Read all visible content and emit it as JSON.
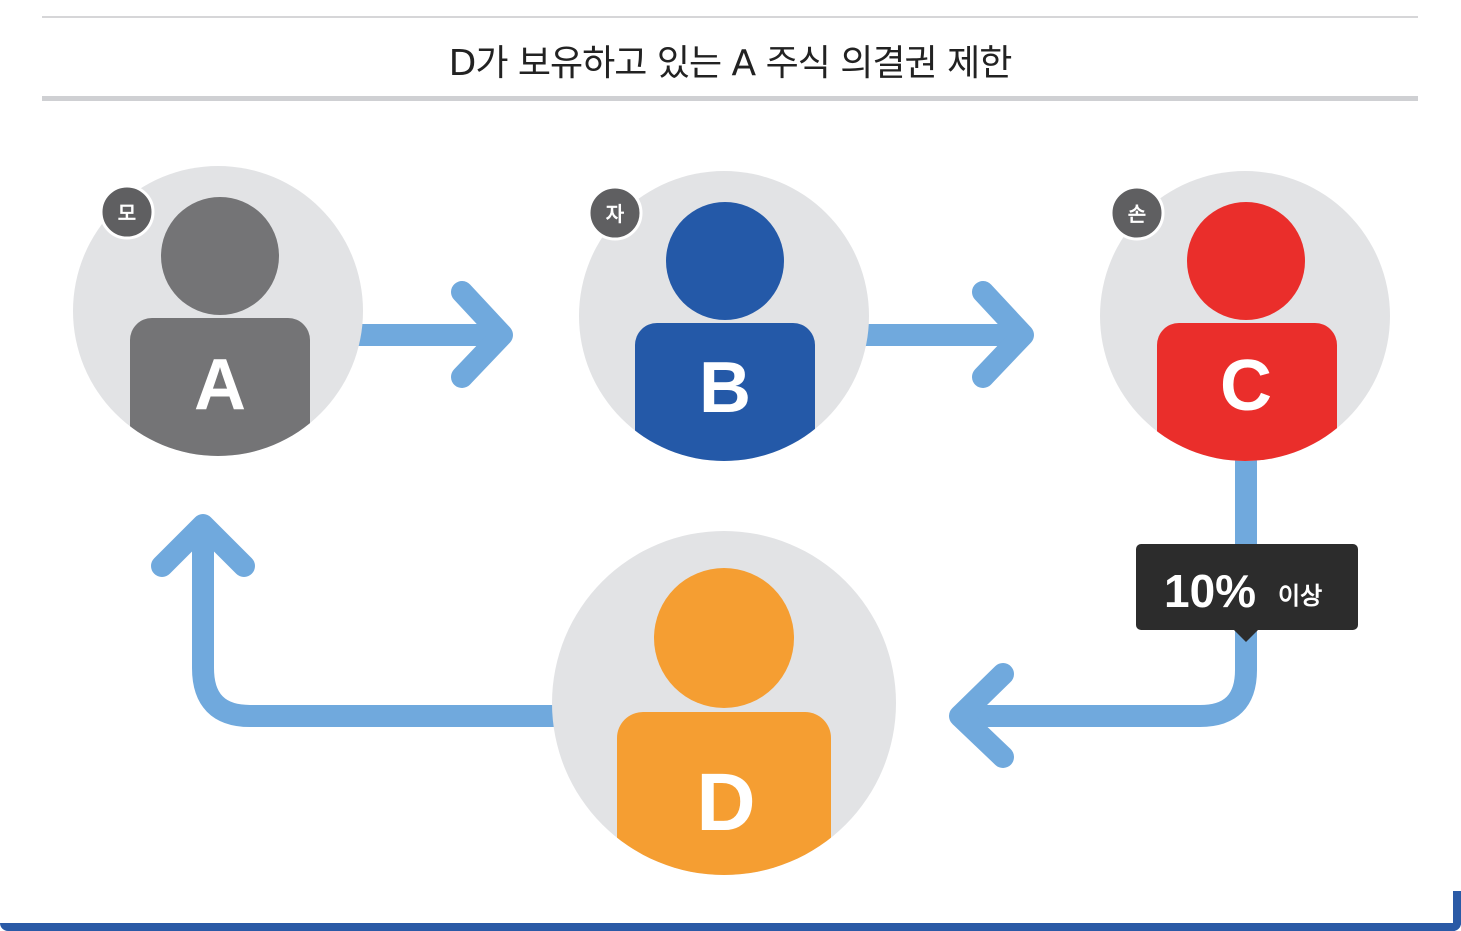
{
  "title": "D가 보유하고 있는 A 주식 의결권 제한",
  "nodes": [
    {
      "id": "A",
      "letter": "A",
      "role_badge": "모",
      "color": "#747476"
    },
    {
      "id": "B",
      "letter": "B",
      "role_badge": "자",
      "color": "#2459a8"
    },
    {
      "id": "C",
      "letter": "C",
      "role_badge": "손",
      "color": "#ea2e2b"
    },
    {
      "id": "D",
      "letter": "D",
      "role_badge": "",
      "color": "#f59e32"
    }
  ],
  "callout": {
    "value": "10%",
    "suffix": "이상"
  },
  "colors": {
    "arrow": "#70a9dd",
    "circle_bg": "#e2e3e5",
    "badge_bg": "#5f5f61",
    "callout_bg": "#2c2c2c",
    "frame": "#2a5aa6"
  }
}
